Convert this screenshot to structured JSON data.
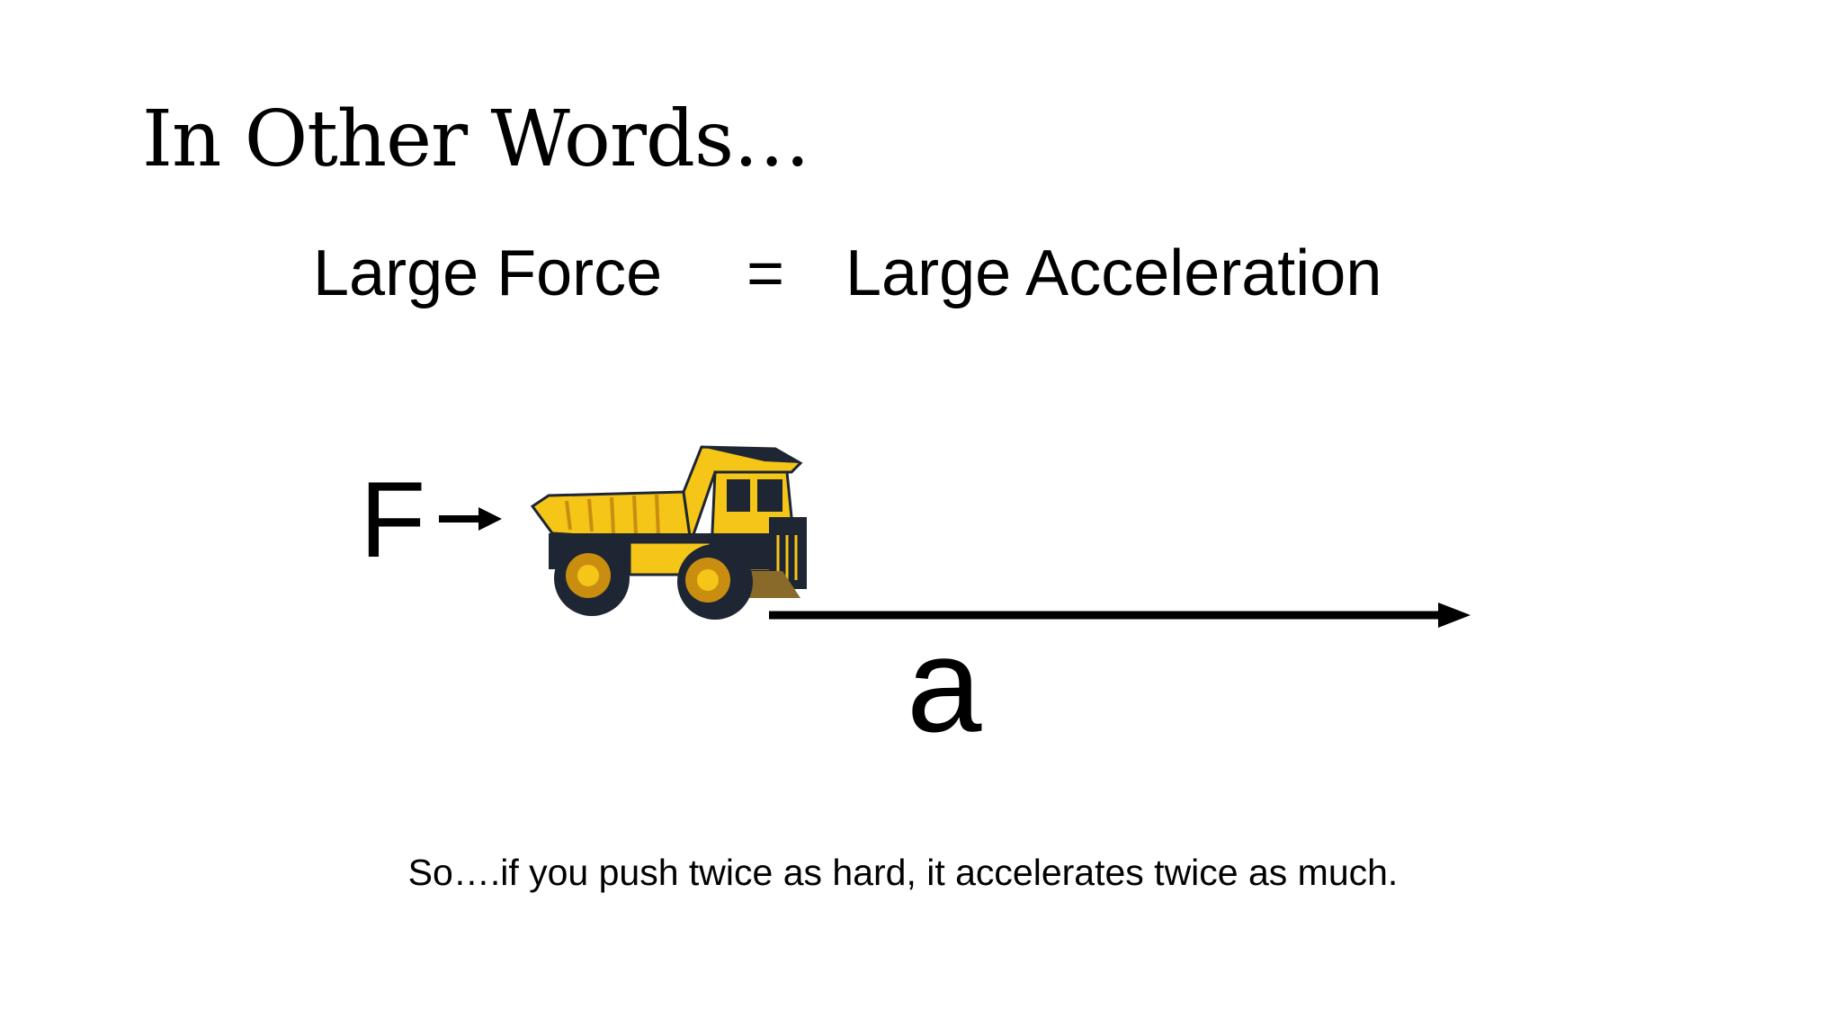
{
  "slide": {
    "title": "In Other Words…",
    "equation": {
      "left": "Large Force",
      "sign": "=",
      "right": "Large Acceleration"
    },
    "force_label": "F",
    "acceleration_label": "a",
    "footnote": "So….if you push twice as hard, it accelerates twice as much."
  },
  "icons": {
    "truck": "dump-truck-icon",
    "force_arrow": "short-right-arrow-icon",
    "acceleration_arrow": "long-right-arrow-icon"
  },
  "colors": {
    "truck_body": "#F5C518",
    "truck_dark": "#1E2633",
    "truck_shadow": "#C98E10",
    "text": "#000000",
    "background": "#FFFFFF"
  }
}
